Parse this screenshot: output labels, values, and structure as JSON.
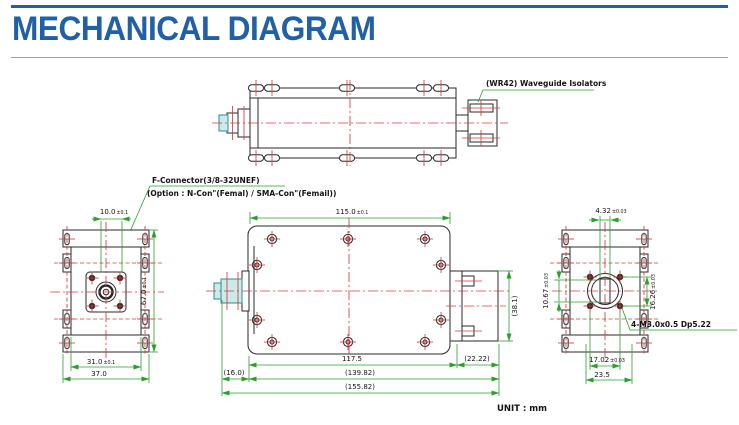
{
  "header": {
    "title": "MECHANICAL DIAGRAM"
  },
  "footer": {
    "unit": "UNIT : mm"
  },
  "labels": {
    "waveguide": "(WR42) Waveguide Isolators",
    "connector_line1": "F-Connector(3/8-32UNEF)",
    "connector_line2": "(Option : N-Con\"(Femal) / SMA-Con\"(Femail))",
    "tapped_holes": "4-M3.0x0.5 Dp5.22"
  },
  "dims": {
    "front": {
      "plate_width": {
        "v": "10.0",
        "t": "±0.1"
      },
      "height": {
        "v": "67.0",
        "t": "±0.1"
      },
      "inner_width": {
        "v": "31.0",
        "t": "±0.1"
      },
      "outer_width": {
        "v": "37.0",
        "t": ""
      }
    },
    "top": {
      "body_length": {
        "v": "115.0",
        "t": "±0.1"
      },
      "hole_span": {
        "v": "117.5",
        "t": ""
      },
      "flange_depth": {
        "v": "(22.22)",
        "t": ""
      },
      "connector_depth": {
        "v": "(16.0)",
        "t": ""
      },
      "body_flange_length": {
        "v": "(139.82)",
        "t": ""
      },
      "overall_length": {
        "v": "(155.82)",
        "t": ""
      },
      "flange_width": {
        "v": "(38.1)",
        "t": ""
      }
    },
    "rear": {
      "aperture_width": {
        "v": "4.32",
        "t": "±0.03"
      },
      "aperture_height": {
        "v": "10.67",
        "t": "±0.03"
      },
      "bolt_spacing_v": {
        "v": "16.26",
        "t": "±0.03"
      },
      "bolt_spacing_h": {
        "v": "17.02",
        "t": "±0.03"
      },
      "flange_width": {
        "v": "23.5",
        "t": ""
      }
    }
  },
  "colors": {
    "accent_blue": "#2160a7",
    "dim_green": "#2e9e2e",
    "centerline_red": "#d23c3c",
    "outline": "#282828",
    "connector_fill": "#c9ebe9"
  }
}
